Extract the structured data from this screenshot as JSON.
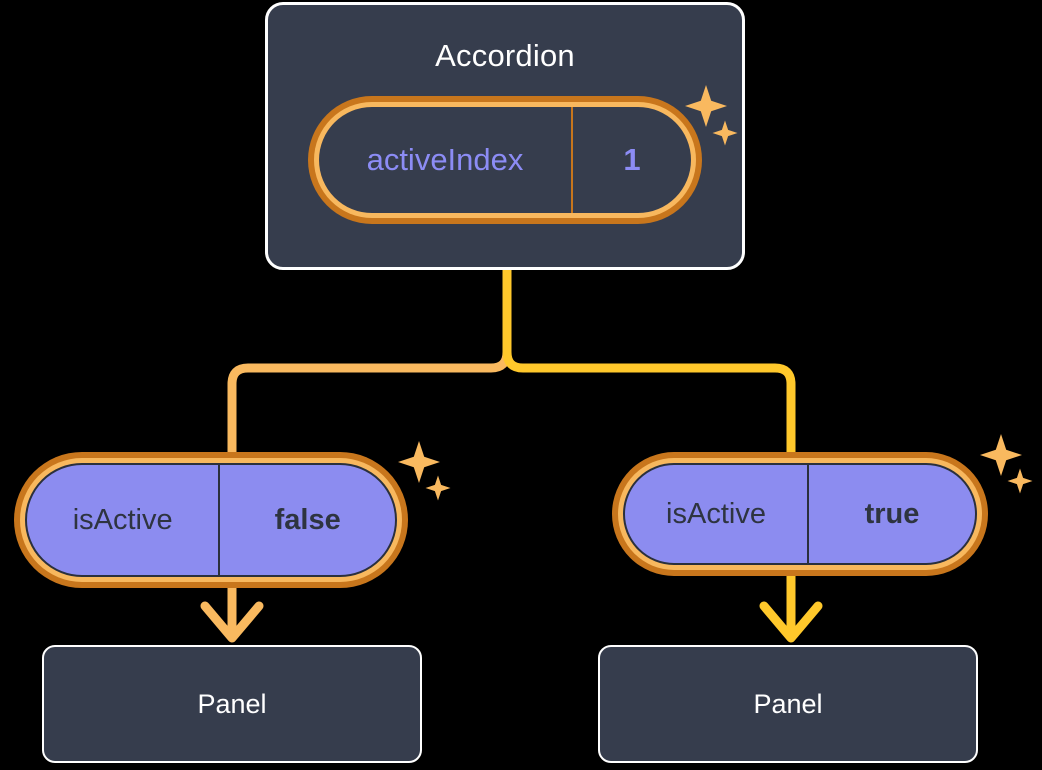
{
  "diagram": {
    "type": "component-tree",
    "title_node": "Accordion",
    "colors": {
      "node_fill": "#363d4d",
      "node_border": "#ffffff",
      "pill_ring_outer": "#c8761c",
      "pill_ring_inner": "#f8b85e",
      "pill_prop_fill": "#8c8cf0",
      "state_text": "#8c8cf5",
      "edge_inactive": "#f9b95f",
      "edge_active": "#ffc82b",
      "sparkle": "#f9b95f",
      "background": "#000000"
    }
  },
  "root": {
    "label": "Accordion",
    "state": {
      "key": "activeIndex",
      "value": "1"
    },
    "sparkles": "sparkle-pair-icon"
  },
  "children": [
    {
      "prop": {
        "key": "isActive",
        "value": "false"
      },
      "panel_label": "Panel",
      "edge": "inactive",
      "sparkles": "sparkle-pair-icon"
    },
    {
      "prop": {
        "key": "isActive",
        "value": "true"
      },
      "panel_label": "Panel",
      "edge": "active",
      "sparkles": "sparkle-pair-icon"
    }
  ]
}
